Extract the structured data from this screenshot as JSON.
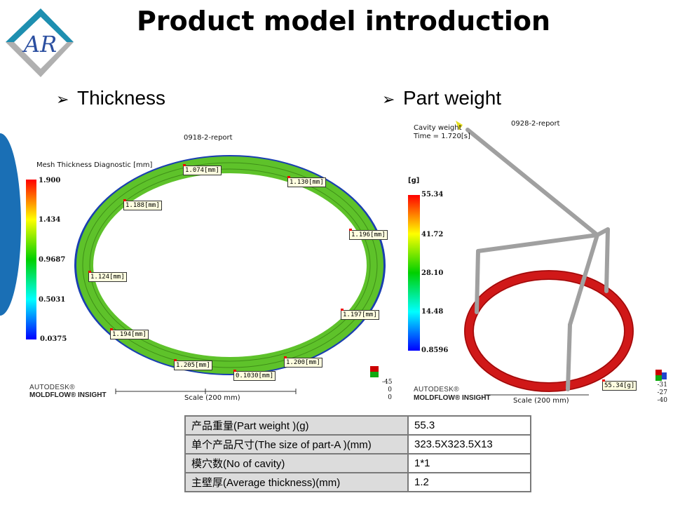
{
  "title": "Product model introduction",
  "logo": {
    "text": "AR"
  },
  "sections": {
    "thickness": "Thickness",
    "part_weight": "Part weight"
  },
  "thickness_plot": {
    "report_title": "0918-2-report",
    "legend_title": "Mesh Thickness Diagnostic [mm]",
    "legend_ticks": [
      "1.900",
      "1.434",
      "0.9687",
      "0.5031",
      "0.0375"
    ],
    "labels": [
      "1.074[mm]",
      "1.130[mm]",
      "1.188[mm]",
      "1.196[mm]",
      "1.124[mm]",
      "1.197[mm]",
      "1.194[mm]",
      "1.205[mm]",
      "1.200[mm]",
      "0.1030[mm]"
    ],
    "brand_top": "AUTODESK®",
    "brand_bottom": "MOLDFLOW® INSIGHT",
    "scale": "Scale (200 mm)",
    "axis_values": [
      "-45",
      "0",
      "0"
    ],
    "ring_color": "#5ec22a"
  },
  "weight_plot": {
    "report_title": "0928-2-report",
    "result_name": "Cavity weight",
    "time": "Time = 1.720[s]",
    "legend_title": "[g]",
    "legend_ticks": [
      "55.34",
      "41.72",
      "28.10",
      "14.48",
      "0.8596"
    ],
    "label": "55.34[g]",
    "brand_top": "AUTODESK®",
    "brand_bottom": "MOLDFLOW® INSIGHT",
    "scale": "Scale (200 mm)",
    "axis_values": [
      "-31",
      "-27",
      "-40"
    ],
    "ring_color": "#d01818"
  },
  "table": [
    {
      "key": "产品重量(Part weight )(g)",
      "value": "55.3"
    },
    {
      "key": "单个产品尺寸(The size of part-A )(mm)",
      "value": "323.5X323.5X13"
    },
    {
      "key": "模穴数(No of cavity)",
      "value": "1*1"
    },
    {
      "key": "主壁厚(Average thickness)(mm)",
      "value": "1.2"
    }
  ]
}
